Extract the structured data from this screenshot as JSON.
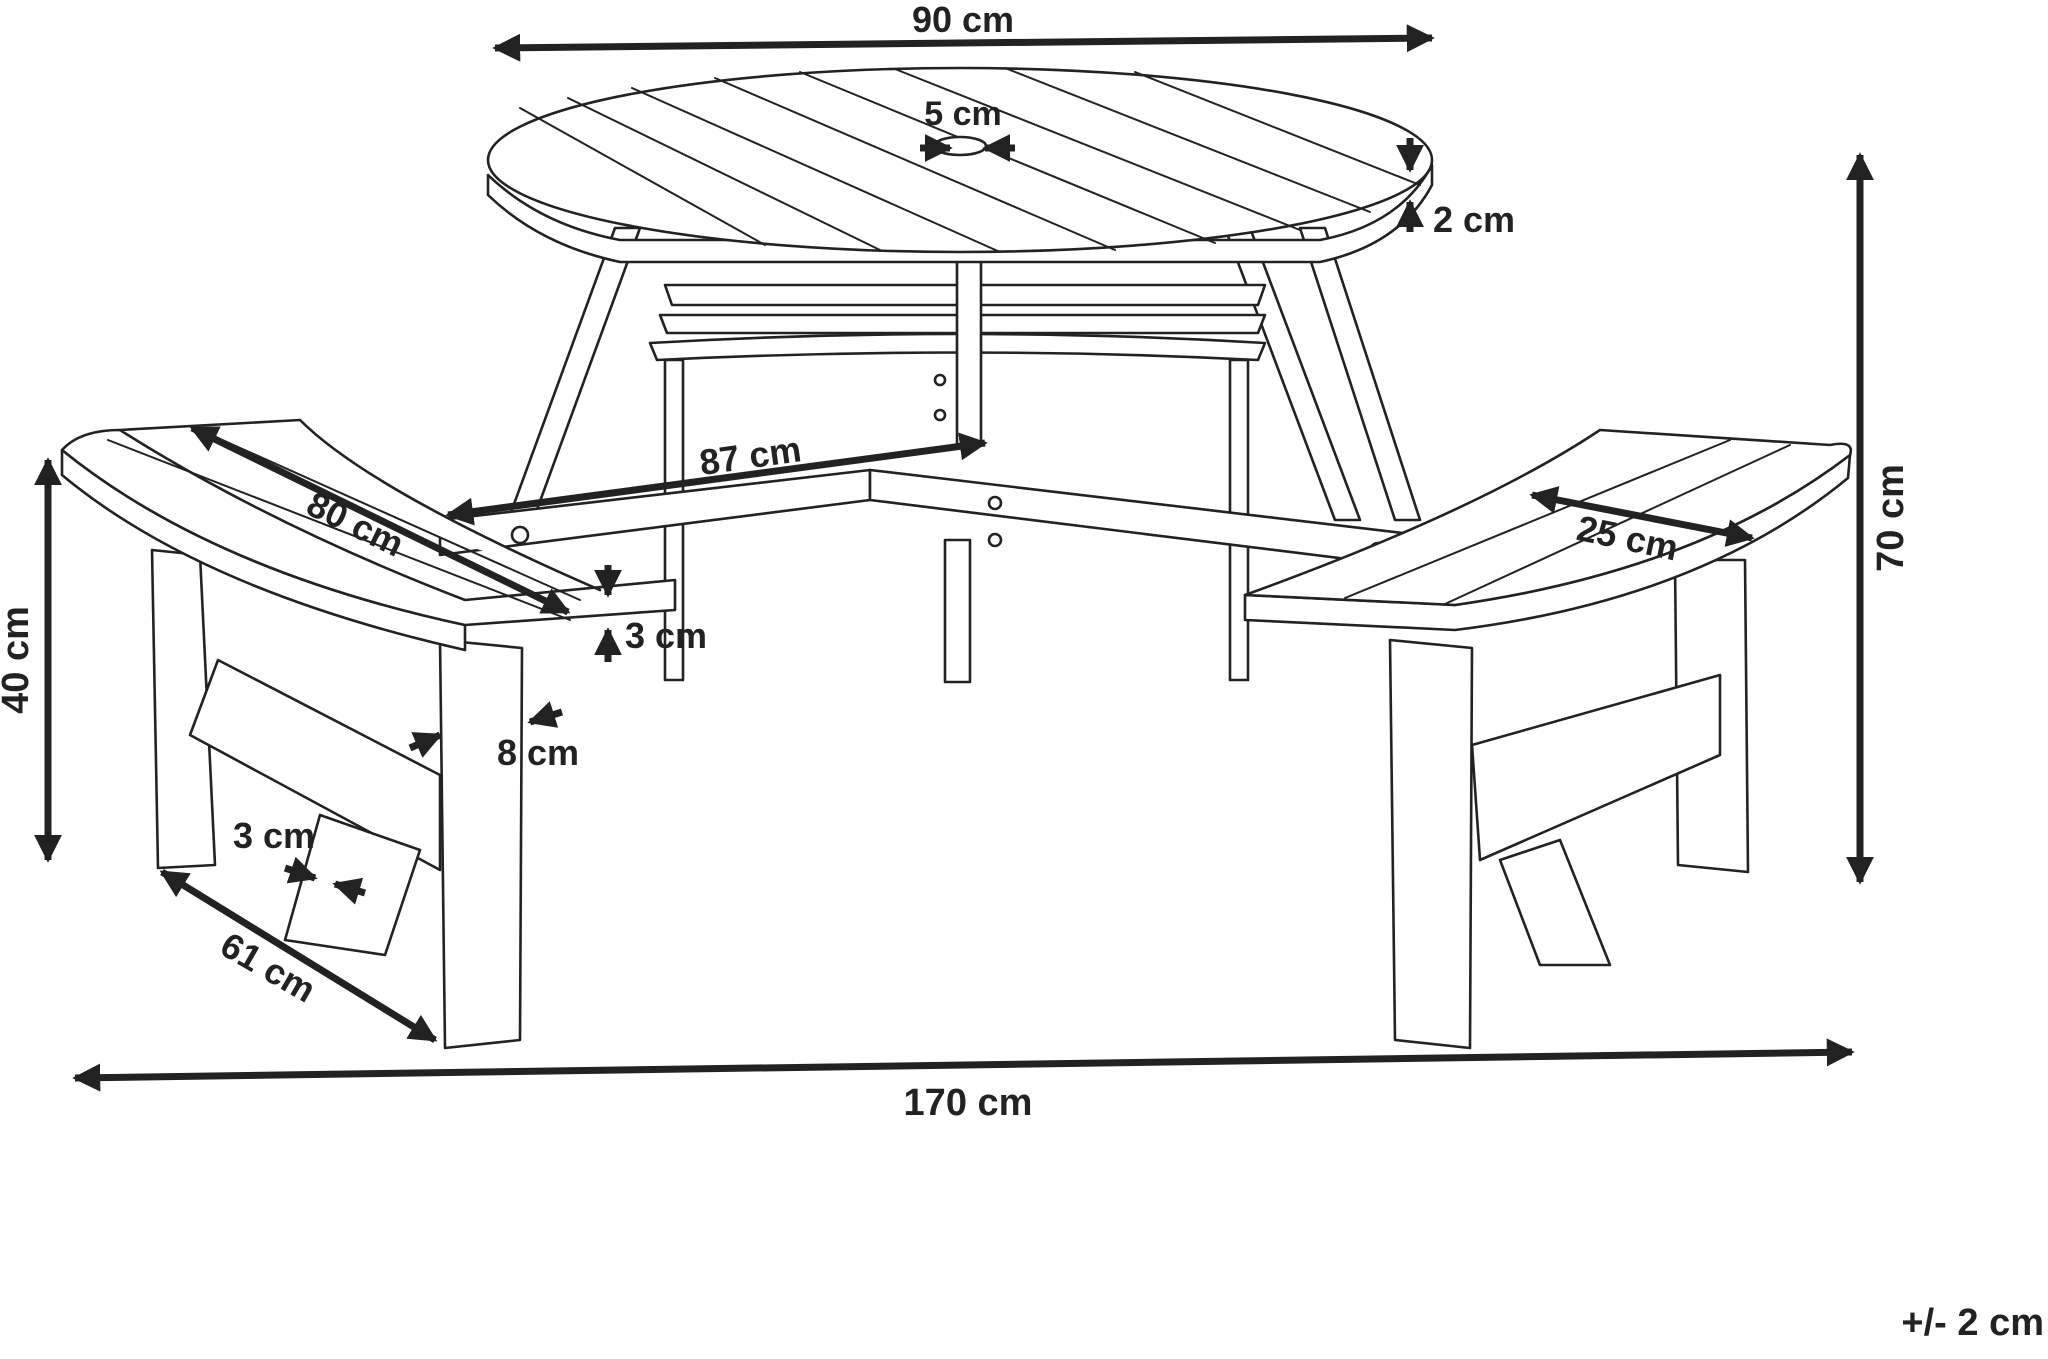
{
  "dimensions": {
    "table_width": "90 cm",
    "hole_diameter": "5 cm",
    "top_thickness": "2 cm",
    "total_height": "70 cm",
    "bench_to_table": "87 cm",
    "bench_length": "80 cm",
    "bench_depth": "25 cm",
    "seat_thickness": "3 cm",
    "seat_height": "40 cm",
    "leg_width": "8 cm",
    "brace_thickness": "3 cm",
    "bench_leg_span": "61 cm",
    "total_width": "170 cm"
  },
  "tolerance": "+/- 2 cm",
  "colors": {
    "line": "#222222",
    "background": "#ffffff"
  }
}
